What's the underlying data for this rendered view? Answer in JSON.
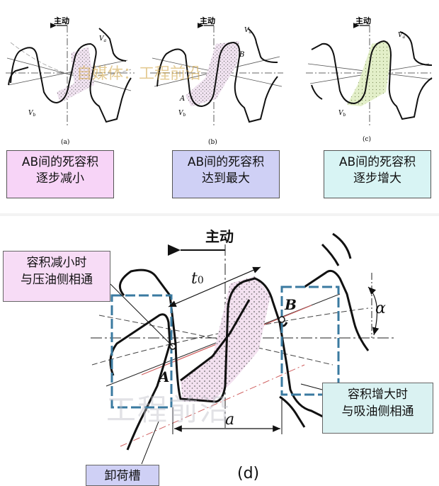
{
  "panels": {
    "a": {
      "caption": "(a)",
      "drive": "主动",
      "va": "V",
      "va_sub": "a",
      "vb": "V",
      "vb_sub": "b",
      "note_line1": "AB间的死容积",
      "note_line2": "逐步减小"
    },
    "b": {
      "caption": "(b)",
      "drive": "主动",
      "va": "V",
      "va_sub": "a",
      "vb": "V",
      "vb_sub": "b",
      "point_a": "A",
      "point_b": "B",
      "note_line1": "AB间的死容积",
      "note_line2": "达到最大"
    },
    "c": {
      "caption": "(c)",
      "drive": "主动",
      "va": "V",
      "va_sub": "a",
      "vb": "V",
      "vb_sub": "b",
      "note_line1": "AB间的死容积",
      "note_line2": "逐步增大"
    }
  },
  "detail": {
    "caption": "(d)",
    "drive": "主动",
    "t0": "t",
    "t0_sub": "0",
    "alpha": "α",
    "a_label": "a",
    "point_a": "A",
    "point_b": "B",
    "callout_left_line1": "容积减小时",
    "callout_left_line2": "与压油侧相通",
    "callout_right_line1": "容积增大时",
    "callout_right_line2": "与吸油侧相通",
    "groove_label": "卸荷槽"
  },
  "watermarks": {
    "top": "自媒体：工程前沿",
    "bottom": "工程前沿"
  },
  "colors": {
    "note_pink": "#f7d4f7",
    "note_blue": "#cfd0f5",
    "note_cyan": "#d8f4f4",
    "groove_dash": "#3a7aa0",
    "trapped_fill": "#f0dff0",
    "line_red": "#d06060"
  }
}
